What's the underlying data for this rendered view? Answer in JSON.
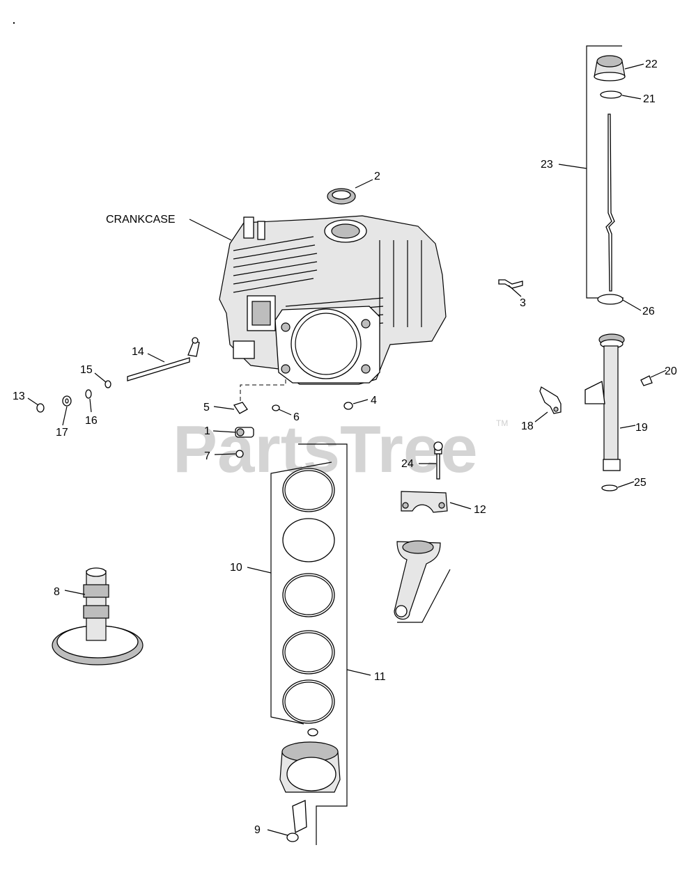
{
  "watermark": {
    "text": "PartsTree",
    "tm": "TM"
  },
  "labels": {
    "crankcase": "CRANKCASE",
    "p1": "1",
    "p2": "2",
    "p3": "3",
    "p4": "4",
    "p5": "5",
    "p6": "6",
    "p7": "7",
    "p8": "8",
    "p9": "9",
    "p10": "10",
    "p11": "11",
    "p12": "12",
    "p13": "13",
    "p14": "14",
    "p15": "15",
    "p16": "16",
    "p17": "17",
    "p18": "18",
    "p19": "19",
    "p20": "20",
    "p21": "21",
    "p22": "22",
    "p23": "23",
    "p24": "24",
    "p25": "25",
    "p26": "26"
  }
}
